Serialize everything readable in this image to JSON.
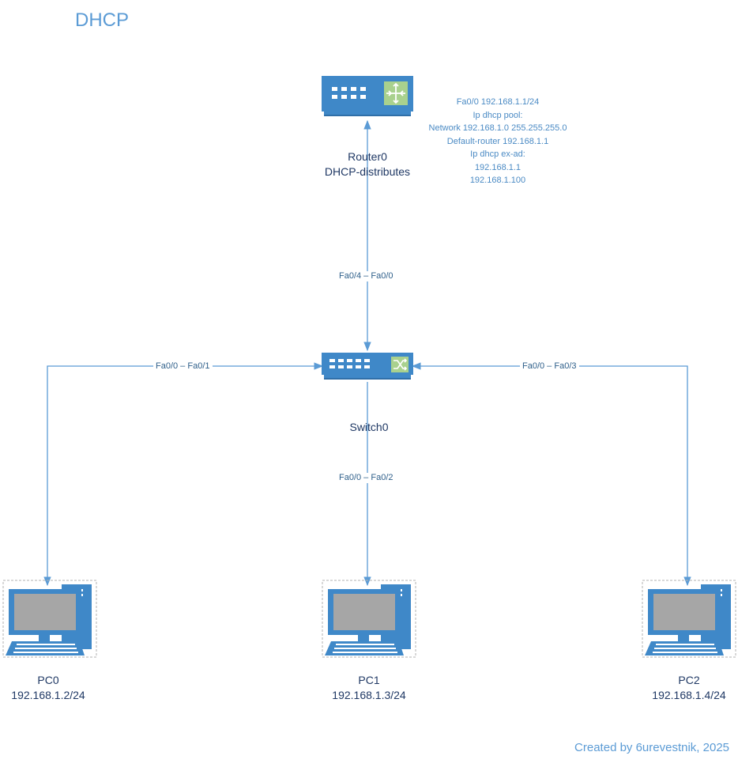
{
  "title": "DHCP",
  "router": {
    "name": "Router0",
    "role": "DHCP-distributes",
    "config": [
      "Fa0/0 192.168.1.1/24",
      "Ip dhcp pool:",
      "Network 192.168.1.0 255.255.255.0",
      "Default-router 192.168.1.1",
      "Ip dhcp ex-ad:",
      "192.168.1.1",
      "192.168.1.100"
    ]
  },
  "switch": {
    "name": "Switch0"
  },
  "links": {
    "router_switch": "Fa0/4 – Fa0/0",
    "pc0_switch": "Fa0/0 – Fa0/1",
    "pc1_switch": "Fa0/0 – Fa0/2",
    "pc2_switch": "Fa0/0 – Fa0/3"
  },
  "pcs": [
    {
      "name": "PC0",
      "ip": "192.168.1.2/24"
    },
    {
      "name": "PC1",
      "ip": "192.168.1.3/24"
    },
    {
      "name": "PC2",
      "ip": "192.168.1.4/24"
    }
  ],
  "footer": "Created by 6urevestnik, 2025",
  "colors": {
    "device_blue": "#3f88c8",
    "line_blue": "#5b9bd5",
    "accent_green": "#a9d18e",
    "screen_gray": "#a6a6a6"
  }
}
